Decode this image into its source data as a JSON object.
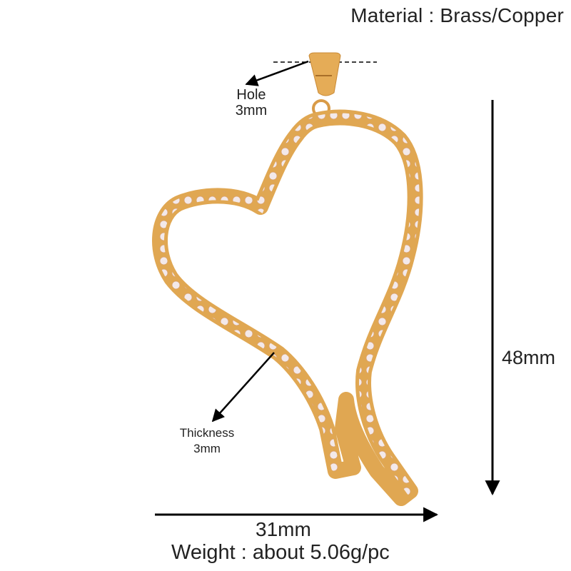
{
  "product": {
    "material_label": "Material : Brass/Copper",
    "weight_label": "Weight : about 5.06g/pc",
    "image_alt": "gold heart pendant with cubic zirconia stones"
  },
  "dimensions": {
    "hole": {
      "label": "Hole",
      "value": "3mm"
    },
    "thickness": {
      "label": "Thickness",
      "value": "3mm"
    },
    "height": {
      "value": "48mm"
    },
    "width": {
      "value": "31mm"
    }
  },
  "colors": {
    "gold": "#e0a752",
    "gold_dark": "#c98a36",
    "stone": "#f3e9ea",
    "text": "#222222",
    "arrow": "#000000"
  }
}
